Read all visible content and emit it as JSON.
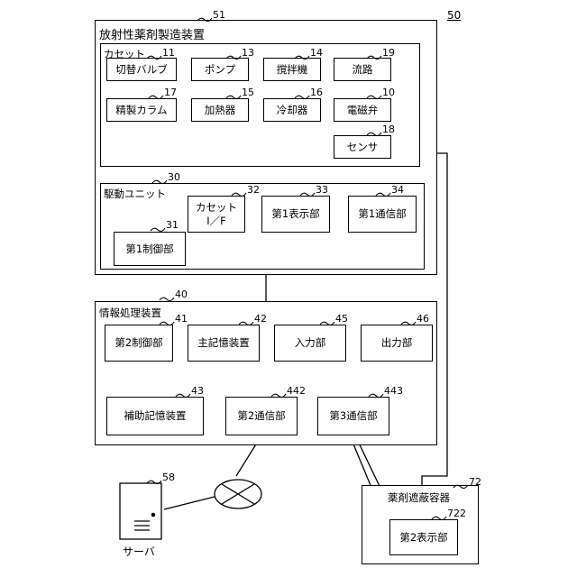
{
  "figure_ref": "50",
  "apparatus": {
    "title": "放射性薬剤製造装置",
    "ref": "51",
    "cassette": {
      "title": "カセット",
      "components": [
        {
          "key": "valve",
          "label": "切替バルブ",
          "ref": "11"
        },
        {
          "key": "pump",
          "label": "ポンプ",
          "ref": "13"
        },
        {
          "key": "stirrer",
          "label": "撹拌機",
          "ref": "14"
        },
        {
          "key": "channel",
          "label": "流路",
          "ref": "19"
        },
        {
          "key": "column",
          "label": "精製カラム",
          "ref": "17"
        },
        {
          "key": "heater",
          "label": "加熱器",
          "ref": "15"
        },
        {
          "key": "cooler",
          "label": "冷却器",
          "ref": "16"
        },
        {
          "key": "solenoid",
          "label": "電磁弁",
          "ref": "10"
        },
        {
          "key": "sensor",
          "label": "センサ",
          "ref": "18"
        }
      ]
    },
    "drive_unit": {
      "title": "駆動ユニット",
      "ref": "30",
      "components": [
        {
          "key": "cassette_if",
          "label": "カセット\nI／F",
          "ref": "32"
        },
        {
          "key": "display1",
          "label": "第1表示部",
          "ref": "33"
        },
        {
          "key": "comm1",
          "label": "第1通信部",
          "ref": "34"
        },
        {
          "key": "control1",
          "label": "第1制御部",
          "ref": "31"
        }
      ]
    }
  },
  "info_processor": {
    "title": "情報処理装置",
    "ref": "40",
    "components": [
      {
        "key": "control2",
        "label": "第2制御部",
        "ref": "41"
      },
      {
        "key": "main_memory",
        "label": "主記憶装置",
        "ref": "42"
      },
      {
        "key": "input",
        "label": "入力部",
        "ref": "45"
      },
      {
        "key": "output",
        "label": "出力部",
        "ref": "46"
      },
      {
        "key": "aux_memory",
        "label": "補助記憶装置",
        "ref": "43"
      },
      {
        "key": "comm2",
        "label": "第2通信部",
        "ref": "442"
      },
      {
        "key": "comm3",
        "label": "第3通信部",
        "ref": "443"
      }
    ]
  },
  "shield_container": {
    "title": "薬剤遮蔽容器",
    "ref": "72",
    "display2": {
      "label": "第2表示部",
      "ref": "722"
    }
  },
  "server": {
    "label": "サーバ",
    "ref": "58"
  }
}
